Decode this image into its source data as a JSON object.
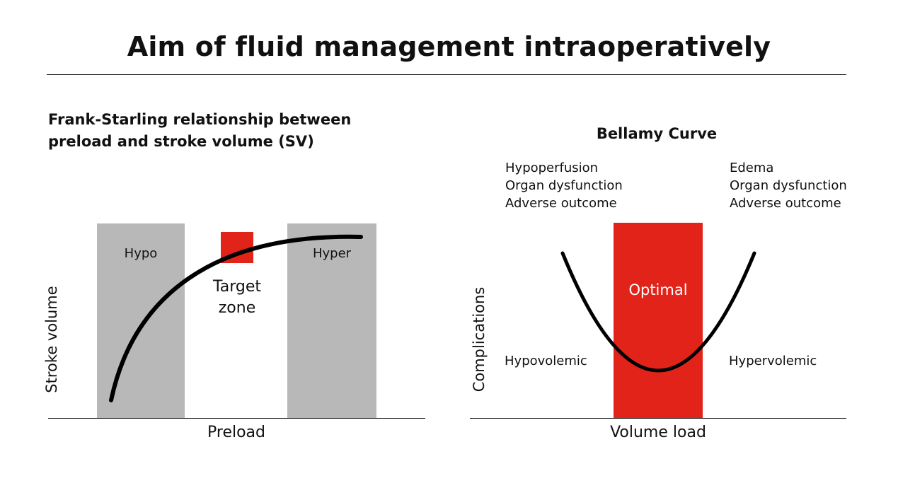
{
  "page": {
    "title": "Aim of fluid management intraoperatively"
  },
  "left_panel": {
    "subtitle_line1": "Frank-Starling relationship between",
    "subtitle_line2": "preload and stroke volume (SV)",
    "hypo_label": "Hypo",
    "hyper_label": "Hyper",
    "target_line1": "Target",
    "target_line2": "zone",
    "x_axis_label": "Preload",
    "y_axis_label": "Stroke volume",
    "zone_color": "#b8b8b8",
    "target_color": "#e2231a",
    "curve_color": "#000000"
  },
  "right_panel": {
    "subtitle": "Bellamy Curve",
    "left_notes": [
      "Hypoperfusion",
      "Organ dysfunction",
      "Adverse outcome"
    ],
    "right_notes": [
      "Edema",
      "Organ dysfunction",
      "Adverse outcome"
    ],
    "optimal_label": "Optimal",
    "hypovolemic_label": "Hypovolemic",
    "hypervolemic_label": "Hypervolemic",
    "x_axis_label": "Volume load",
    "y_axis_label": "Complications",
    "optimal_color": "#e2231a",
    "optimal_text_color": "#ffffff",
    "curve_color": "#000000"
  }
}
